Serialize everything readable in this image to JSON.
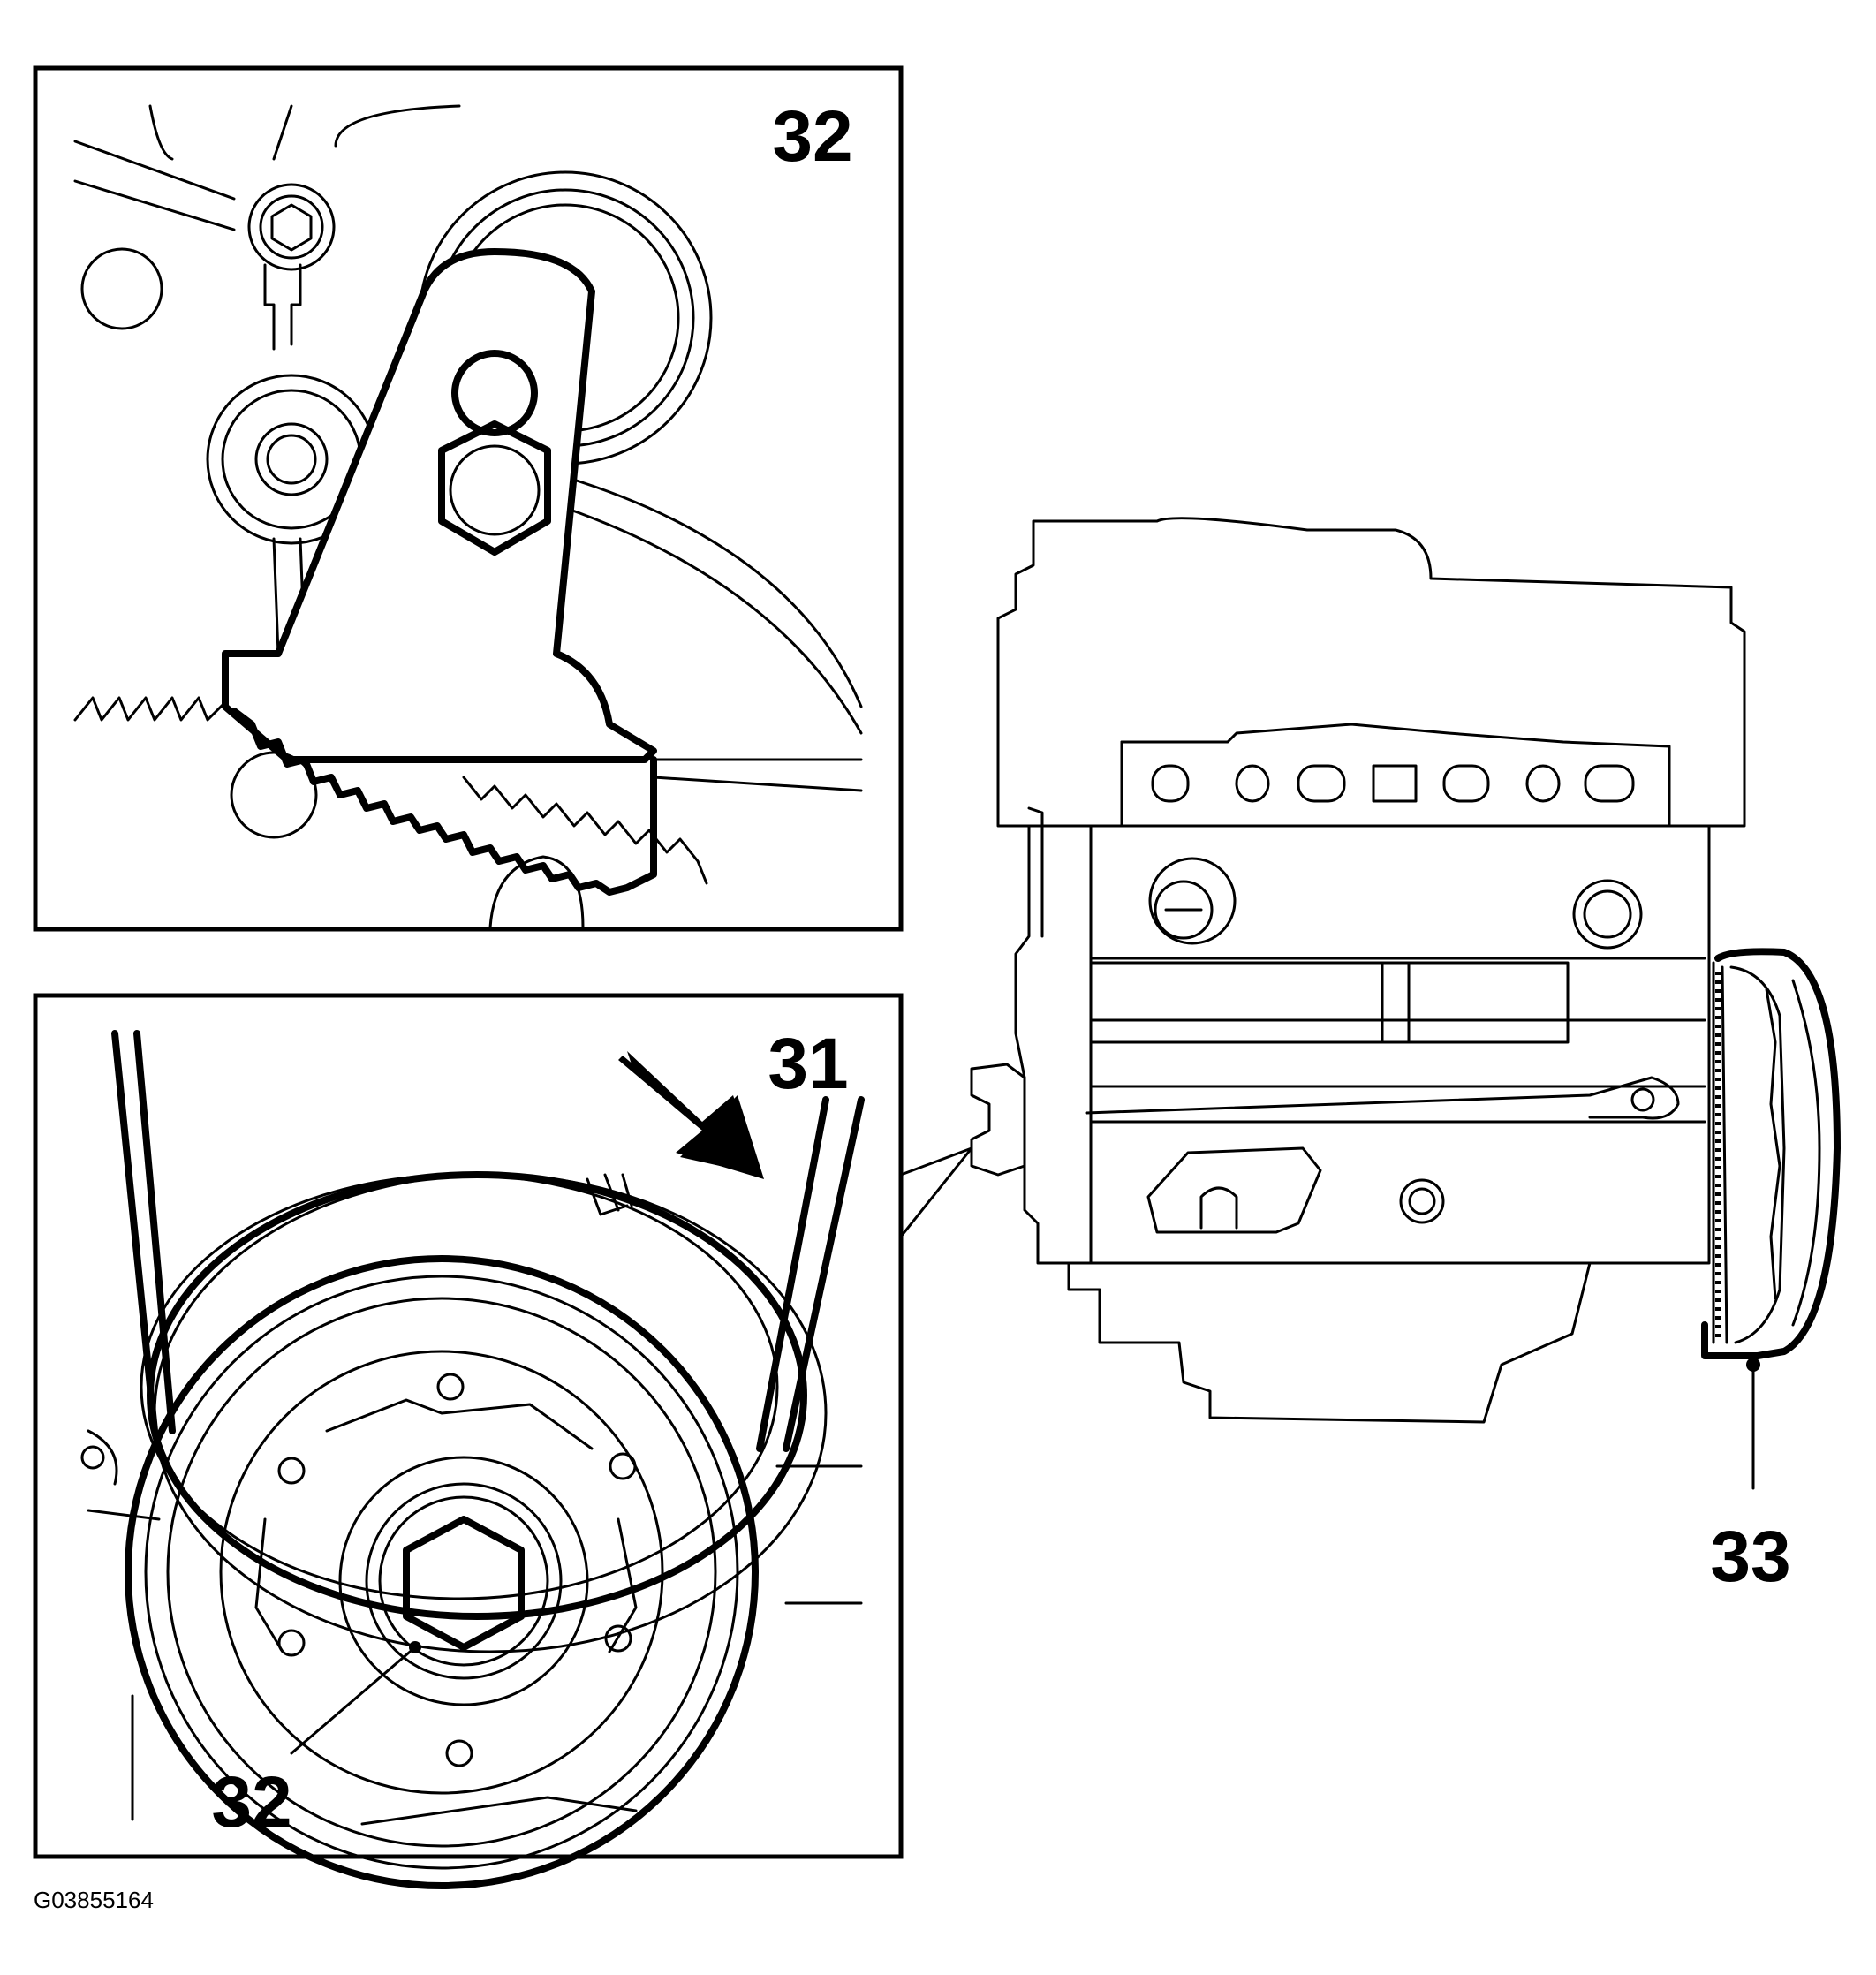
{
  "callouts": {
    "top_panel_label": "32",
    "arrow_label": "31",
    "pulley_bolt_label": "32",
    "flywheel_label": "33"
  },
  "figure_id": "G03855164",
  "colors": {
    "line": "#000000",
    "background": "#ffffff"
  }
}
